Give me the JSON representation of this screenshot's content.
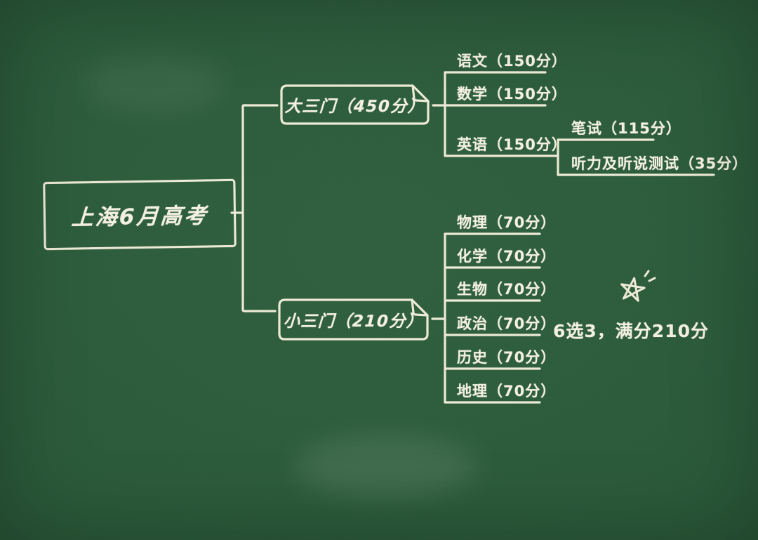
{
  "colors": {
    "background": "#2b5a3a",
    "chalk": "#ece9d6"
  },
  "mindmap": {
    "root": {
      "label": "上海6月高考"
    },
    "branches": [
      {
        "label": "大三门（450分）",
        "children": [
          {
            "label": "语文（150分）"
          },
          {
            "label": "数学（150分）"
          },
          {
            "label": "英语（150分）",
            "children": [
              {
                "label": "笔试（115分）"
              },
              {
                "label": "听力及听说测试（35分）"
              }
            ]
          }
        ]
      },
      {
        "label": "小三门（210分）",
        "children": [
          {
            "label": "物理（70分）"
          },
          {
            "label": "化学（70分）"
          },
          {
            "label": "生物（70分）"
          },
          {
            "label": "政治（70分）"
          },
          {
            "label": "历史（70分）"
          },
          {
            "label": "地理（70分）"
          }
        ],
        "note": {
          "icon": "star-sparkle-icon",
          "label": "6选3，满分210分"
        }
      }
    ]
  }
}
